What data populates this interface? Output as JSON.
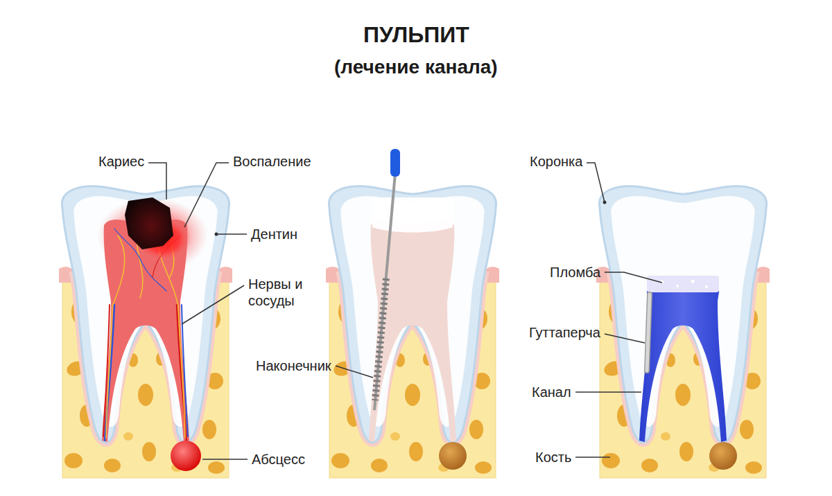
{
  "diagram": {
    "title": "ПУЛЬПИТ",
    "labels": [
      "(лечение канала)",
      "Кариес",
      "Воспаление",
      "Дентин",
      "Нервы и сосуды",
      "Наконечник",
      "Абсцесс",
      "Коронка",
      "Пломба",
      "Гуттаперча",
      "Канал",
      "Кость"
    ]
  }
}
